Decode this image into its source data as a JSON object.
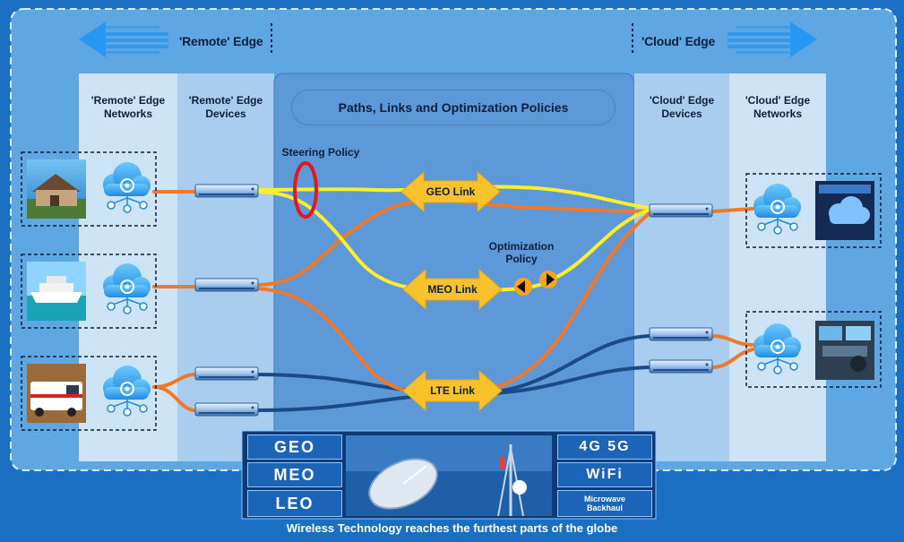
{
  "edges": {
    "remote_label": "'Remote' Edge",
    "cloud_label": "'Cloud' Edge"
  },
  "columns": {
    "remote_networks": [
      "'Remote' Edge",
      "Networks"
    ],
    "remote_devices": [
      "'Remote' Edge",
      "Devices"
    ],
    "cloud_devices": [
      "'Cloud' Edge",
      "Devices"
    ],
    "cloud_networks": [
      "'Cloud' Edge",
      "Networks"
    ]
  },
  "center_title": "Paths, Links and Optimization Policies",
  "steering_policy": "Steering Policy",
  "optimization_policy": [
    "Optimization",
    "Policy"
  ],
  "links": {
    "geo": "GEO Link",
    "meo": "MEO Link",
    "lte": "LTE Link"
  },
  "tech_banner": {
    "left": [
      "GEO",
      "MEO",
      "LEO"
    ],
    "right_top": "4G 5G",
    "right_mid": "WiFi",
    "right_bottom": [
      "Microwave",
      "Backhaul"
    ]
  },
  "caption": "Wireless Technology reaches the furthest parts of the globe",
  "colors": {
    "background": "#1a6fc2",
    "panel": "#6aaee6",
    "center_panel": "#5d98d8",
    "yellow_path": "#ffef2a",
    "orange_path": "#f0782a",
    "navy_path": "#1b4a87",
    "link_arrow": "#f7c22b",
    "steering_ring": "#e0181f"
  },
  "icons": {
    "remote_sites": [
      "house-photo-icon",
      "cruise-ship-photo-icon",
      "ambulance-photo-icon"
    ],
    "cloud_sites": [
      "cloud-datacenter-photo-icon",
      "operations-center-photo-icon"
    ],
    "network": "cloud-network-icon",
    "device": "edge-router-icon"
  }
}
